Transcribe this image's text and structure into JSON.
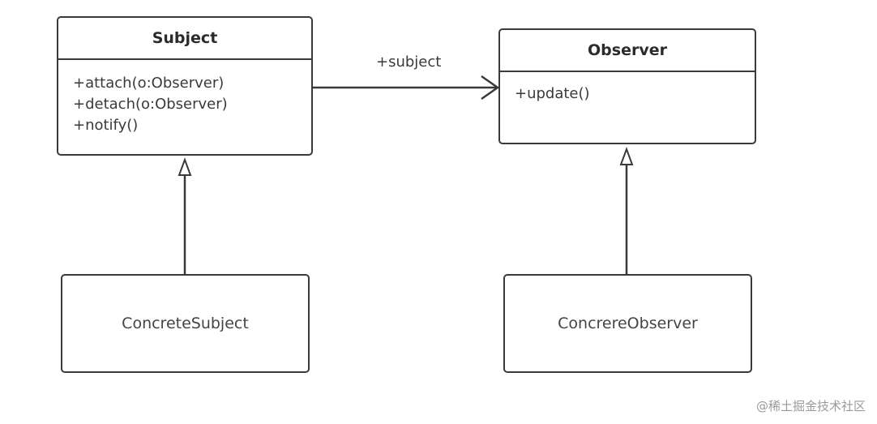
{
  "diagram": {
    "association_label": "+subject",
    "watermark": "@稀土掘金技术社区",
    "classes": {
      "subject": {
        "name": "Subject",
        "methods": [
          "+attach(o:Observer)",
          "+detach(o:Observer)",
          "+notify()"
        ]
      },
      "observer": {
        "name": "Observer",
        "methods": [
          "+update()"
        ]
      },
      "concrete_subject": {
        "name": "ConcreteSubject"
      },
      "concrete_observer": {
        "name": "ConcrereObserver"
      }
    }
  }
}
